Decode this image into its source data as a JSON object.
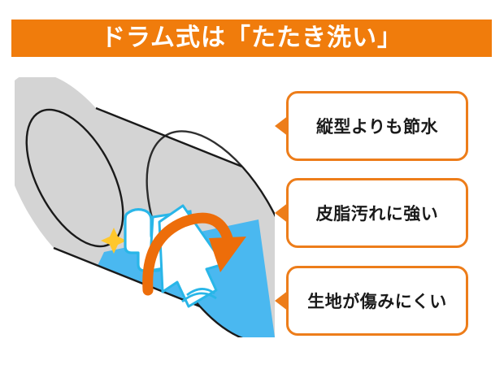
{
  "banner": {
    "title": "ドラム式は「たたき洗い」",
    "background_color": "#F07C0C",
    "text_color": "#FFFFFF"
  },
  "illustration": {
    "name": "drum-washer-cutaway",
    "description": "傾いた円筒ドラムの断面図。下部に水、白い洗濯物、オレンジ色の回転矢印、青い衣類ときらめき。",
    "drum_color": "#D4D4D4",
    "drum_outline_color": "#1A1A1A",
    "water_color": "#4AB8F0",
    "arrow_color": "#ED6D0A",
    "laundry_color": "#FFFFFF",
    "clothing_outline_color": "#29B6E8",
    "sparkle_color": "#FFC72C"
  },
  "callouts": [
    {
      "label": "縦型よりも節水",
      "border_color": "#ED7D1A"
    },
    {
      "label": "皮脂汚れに強い",
      "border_color": "#ED7D1A"
    },
    {
      "label": "生地が傷みにくい",
      "border_color": "#ED7D1A"
    }
  ]
}
